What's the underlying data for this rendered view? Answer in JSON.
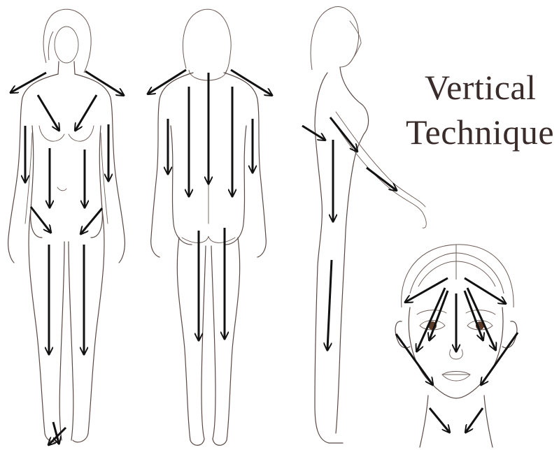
{
  "title": {
    "line1": "Vertical",
    "line2": "Technique"
  },
  "colors": {
    "arrow": "#111111",
    "outline": "#5a4a46",
    "title": "#3a2c2a",
    "background": "#ffffff"
  },
  "figures": [
    "front-view",
    "back-view",
    "side-view",
    "face-closeup"
  ]
}
